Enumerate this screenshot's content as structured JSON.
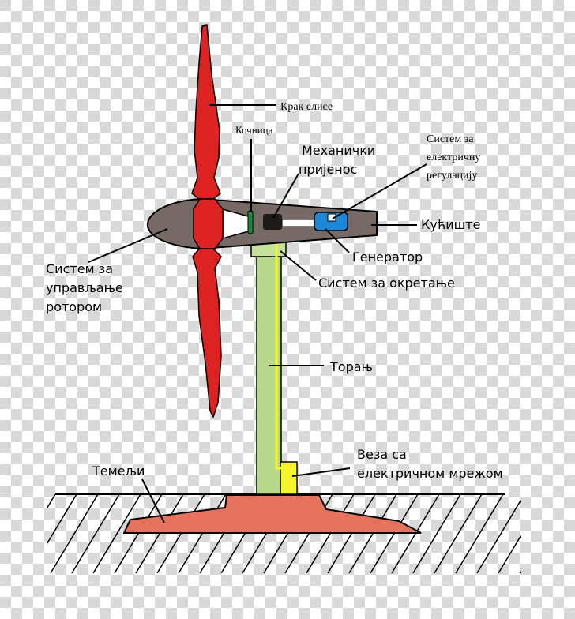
{
  "colors": {
    "blade": "#dd2222",
    "nacelle": "#776a66",
    "tower": "#b8d98c",
    "cable": "#f5f52a",
    "foundation": "#e4725c",
    "generator": "#1e88d8",
    "brake": "#1c8a3c",
    "gearbox": "#1e1a1a"
  },
  "labels": {
    "blade": "Крак елисе",
    "brake": "Кочница",
    "gearbox": [
      "Механички",
      "пријенос"
    ],
    "regulation": [
      "Систем за",
      "електричну",
      "регулацију"
    ],
    "housing": "Кућиште",
    "generator": "Генератор",
    "yaw": "Систем за окретање",
    "rotor_control": [
      "Систем за",
      "управљање",
      "ротором"
    ],
    "tower": "Торањ",
    "grid": [
      "Веза са",
      "електричном мрежом"
    ],
    "foundation": "Темељи"
  }
}
